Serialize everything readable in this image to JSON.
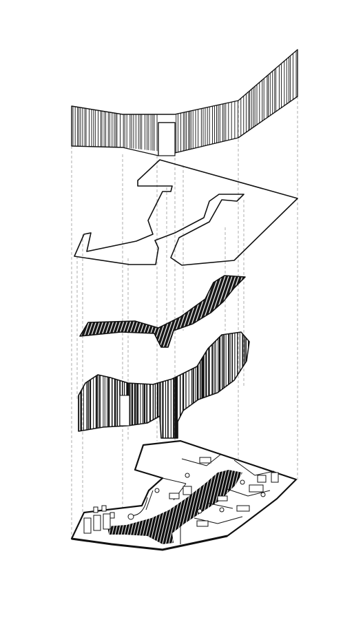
{
  "diagram": {
    "kind": "exploded-axonometric",
    "palette": {
      "ink": "#111111",
      "paper": "#ffffff",
      "guide": "#9a9a9a"
    },
    "layers": [
      {
        "key": "ceiling-panel"
      },
      {
        "key": "floor-outline"
      },
      {
        "key": "ribbon-slab"
      },
      {
        "key": "curved-wall"
      },
      {
        "key": "floor-plan"
      }
    ]
  }
}
